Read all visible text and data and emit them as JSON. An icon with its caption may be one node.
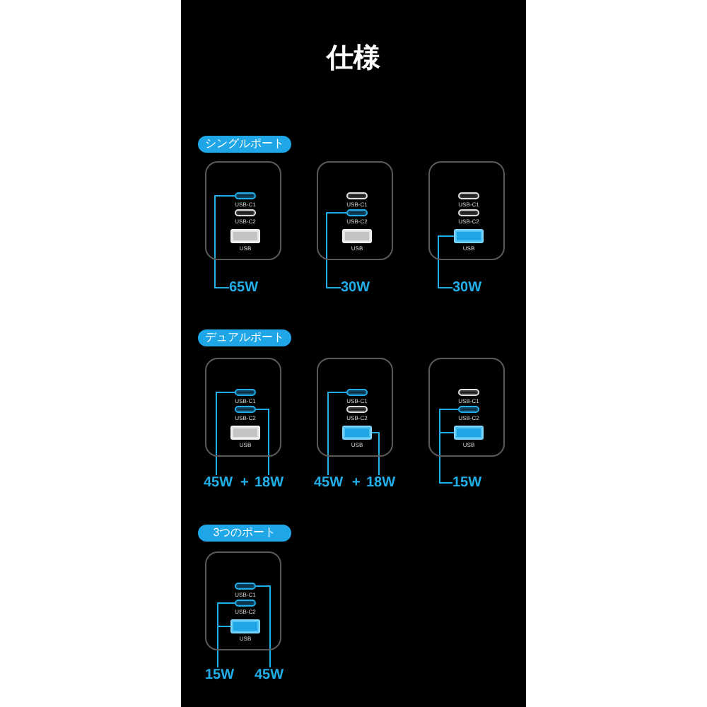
{
  "diagram": {
    "title": "仕様",
    "nodes": [
      {
        "text": [
          "シングルポート"
        ]
      },
      {
        "text": [],
        "shape": "box"
      },
      {
        "text": [],
        "shape": "pill",
        "beside": [
          "USB-C1"
        ],
        "in": 1
      },
      {
        "text": [],
        "shape": "pill",
        "beside": [
          "USB-C2"
        ],
        "in": 1
      },
      {
        "text": [],
        "shape": "box",
        "beside": [
          "USB"
        ],
        "in": 1
      },
      {
        "text": [],
        "shape": "box"
      },
      {
        "text": [],
        "shape": "pill",
        "beside": [
          "USB-C1"
        ],
        "in": 5
      },
      {
        "text": [],
        "shape": "pill",
        "beside": [
          "USB-C2"
        ],
        "in": 5
      },
      {
        "text": [],
        "shape": "box",
        "beside": [
          "USB"
        ],
        "in": 5
      },
      {
        "text": [],
        "shape": "box"
      },
      {
        "text": [],
        "shape": "pill",
        "beside": [
          "USB-C1"
        ],
        "in": 9
      },
      {
        "text": [],
        "shape": "pill",
        "beside": [
          "USB-C2"
        ],
        "in": 9
      },
      {
        "text": [],
        "shape": "box",
        "beside": [
          "USB"
        ],
        "in": 9
      },
      {
        "text": [
          "65W"
        ]
      },
      {
        "text": [
          "30W"
        ]
      },
      {
        "text": [
          "30W"
        ]
      },
      {
        "text": [
          "デュアルポート"
        ]
      },
      {
        "text": [],
        "shape": "box"
      },
      {
        "text": [],
        "shape": "pill",
        "beside": [
          "USB-C1"
        ],
        "in": 17
      },
      {
        "text": [],
        "shape": "pill",
        "beside": [
          "USB-C2"
        ],
        "in": 17
      },
      {
        "text": [],
        "shape": "box",
        "beside": [
          "USB"
        ],
        "in": 17
      },
      {
        "text": [],
        "shape": "box"
      },
      {
        "text": [],
        "shape": "pill",
        "beside": [
          "USB-C1"
        ],
        "in": 21
      },
      {
        "text": [],
        "shape": "pill",
        "beside": [
          "USB-C2"
        ],
        "in": 21
      },
      {
        "text": [],
        "shape": "box",
        "beside": [
          "USB"
        ],
        "in": 21
      },
      {
        "text": [],
        "shape": "box"
      },
      {
        "text": [],
        "shape": "pill",
        "beside": [
          "USB-C1"
        ],
        "in": 25
      },
      {
        "text": [],
        "shape": "pill",
        "beside": [
          "USB-C2"
        ],
        "in": 25
      },
      {
        "text": [],
        "shape": "box",
        "beside": [
          "USB"
        ],
        "in": 25
      },
      {
        "text": [
          "45W"
        ]
      },
      {
        "text": [
          "18W"
        ]
      },
      {
        "text": [
          "45W"
        ]
      },
      {
        "text": [
          "18W"
        ]
      },
      {
        "text": [
          "15W"
        ]
      },
      {
        "text": [
          "3つのポート"
        ]
      },
      {
        "text": [],
        "shape": "box"
      },
      {
        "text": [],
        "shape": "pill",
        "beside": [
          "USB-C1"
        ],
        "in": 35
      },
      {
        "text": [],
        "shape": "pill",
        "beside": [
          "USB-C2"
        ],
        "in": 35
      },
      {
        "text": [],
        "shape": "box",
        "beside": [
          "USB"
        ],
        "in": 35
      },
      {
        "text": [
          "15W"
        ]
      },
      {
        "text": [
          "45W"
        ]
      }
    ],
    "edges": [
      {
        "from": 13,
        "to": 2,
        "arrow": "none"
      },
      {
        "from": 14,
        "to": 7,
        "arrow": "none"
      },
      {
        "from": 15,
        "to": 12,
        "arrow": "none"
      },
      {
        "from": 29,
        "to": 18,
        "arrow": "none"
      },
      {
        "from": 30,
        "to": 19,
        "arrow": "none"
      },
      {
        "from": 31,
        "to": 22,
        "arrow": "none"
      },
      {
        "from": 32,
        "to": 24,
        "arrow": "none"
      },
      {
        "from": 33,
        "to": 27,
        "arrow": "none"
      },
      {
        "from": 33,
        "to": 28,
        "arrow": "none"
      },
      {
        "from": 39,
        "to": 37,
        "arrow": "none"
      },
      {
        "from": 39,
        "to": 38,
        "arrow": "none"
      },
      {
        "from": 40,
        "to": 36,
        "arrow": "none"
      }
    ],
    "labels": [
      "+",
      "+"
    ]
  }
}
